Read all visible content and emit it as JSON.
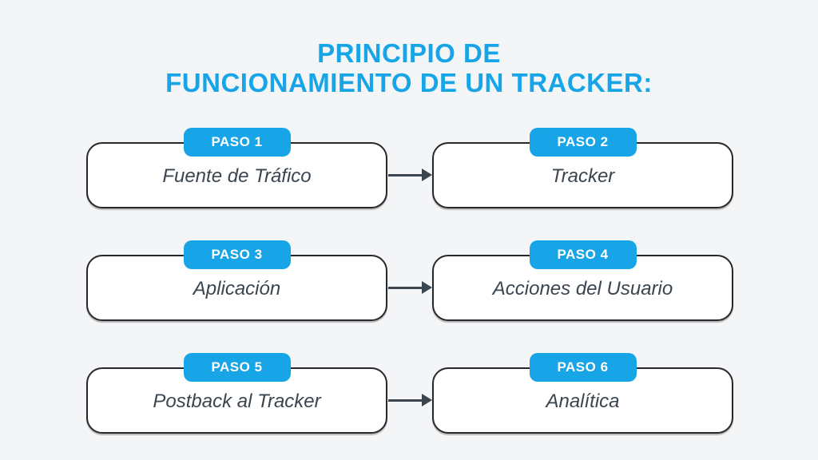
{
  "title": {
    "line1": "PRINCIPIO DE",
    "line2": "FUNCIONAMIENTO DE UN TRACKER:"
  },
  "steps": [
    {
      "badge": "PASO 1",
      "label": "Fuente de Tráfico"
    },
    {
      "badge": "PASO 2",
      "label": "Tracker"
    },
    {
      "badge": "PASO 3",
      "label": "Aplicación"
    },
    {
      "badge": "PASO 4",
      "label": "Acciones del Usuario"
    },
    {
      "badge": "PASO 5",
      "label": "Postback al Tracker"
    },
    {
      "badge": "PASO 6",
      "label": "Analítica"
    }
  ],
  "diagram": {
    "type": "flow",
    "connections": [
      {
        "from": "PASO 1",
        "to": "PASO 2"
      },
      {
        "from": "PASO 3",
        "to": "PASO 4"
      },
      {
        "from": "PASO 5",
        "to": "PASO 6"
      }
    ]
  },
  "colors": {
    "accent_blue": "#18a5e8",
    "background": "#f4f5f6",
    "box_fill": "#ffffff",
    "box_border": "#26282b",
    "label_text": "#3a4550",
    "badge_text": "#ffffff",
    "arrow": "#3a4550"
  }
}
